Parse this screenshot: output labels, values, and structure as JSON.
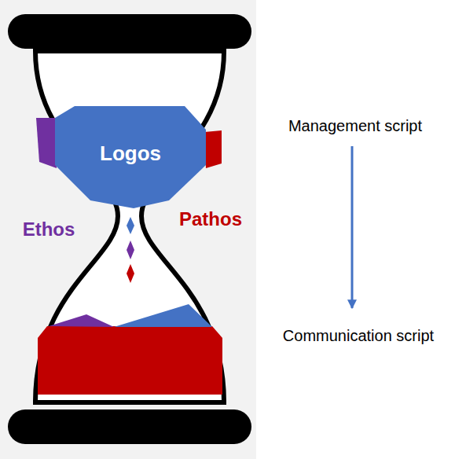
{
  "diagram": {
    "nodes": [
      {
        "text": [
          "Logos"
        ]
      }
    ],
    "labels": [
      "Ethos",
      "Pathos",
      "Management script",
      "Communication script"
    ]
  }
}
